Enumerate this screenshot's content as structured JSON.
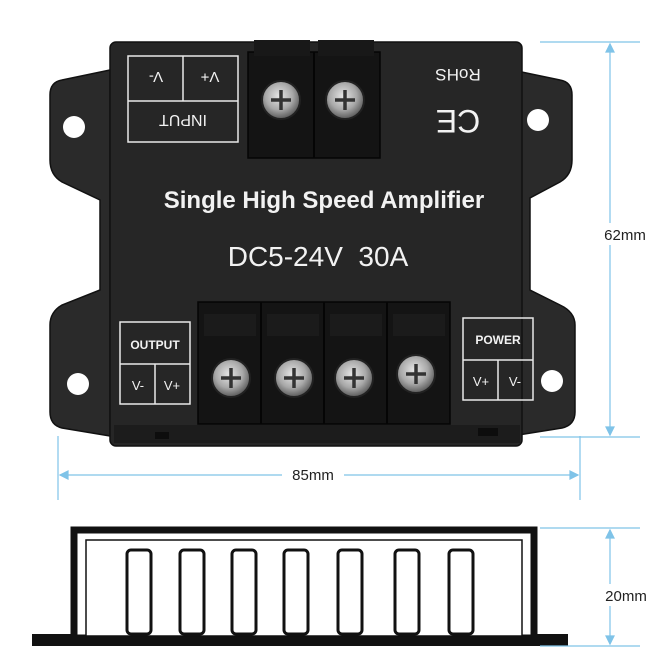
{
  "device": {
    "title": "Single High Speed Amplifier",
    "rating": "DC5-24V  30A",
    "rohs": "RoHS",
    "ce": "CE",
    "input_label": "INPUT",
    "input_vplus": "V+",
    "input_vminus": "V-",
    "output_label": "OUTPUT",
    "output_vminus": "V-",
    "output_vplus": "V+",
    "power_label": "POWER",
    "power_vplus": "V+",
    "power_vminus": "V-"
  },
  "dimensions": {
    "height": "62mm",
    "width": "85mm",
    "depth": "20mm"
  },
  "colors": {
    "body": "#262626",
    "dimension_line": "#7fc3e8",
    "terminal": "#141414",
    "screw": "#b5b5b5"
  }
}
